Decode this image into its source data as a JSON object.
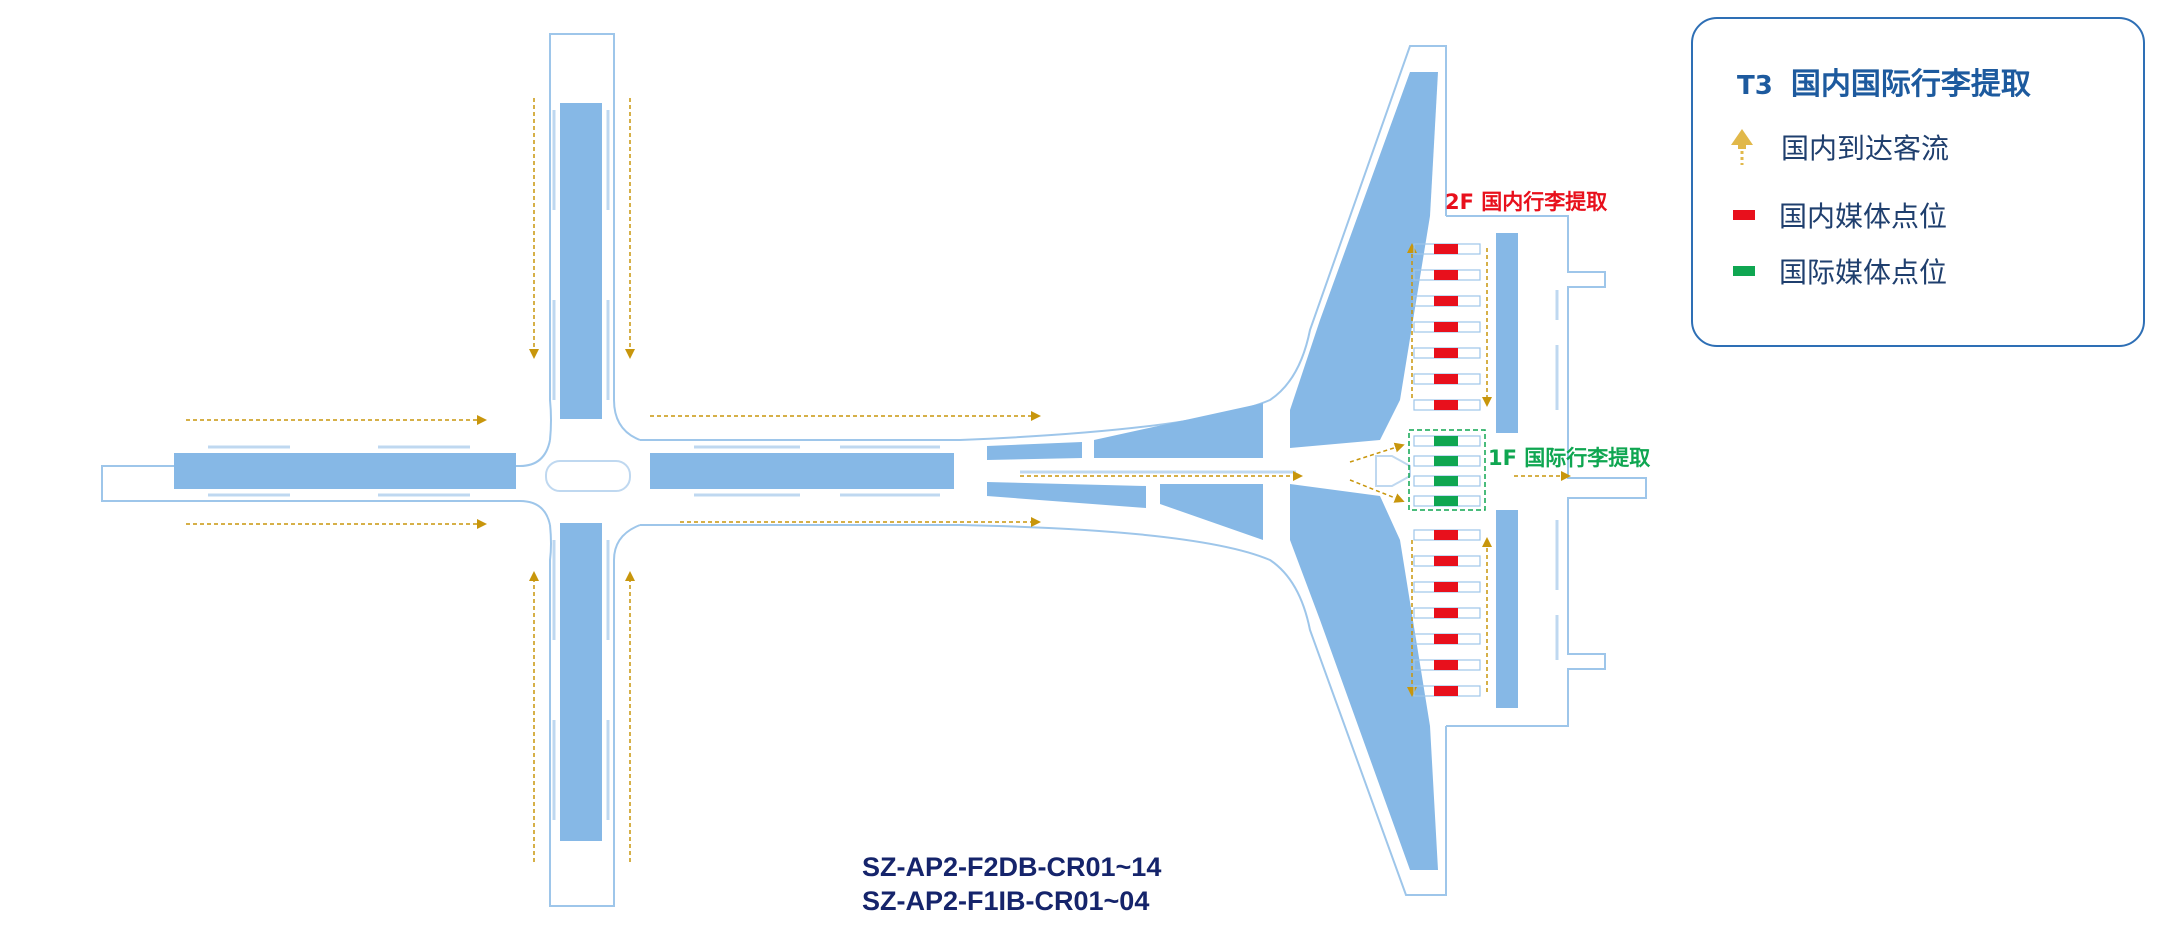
{
  "legend": {
    "terminal": "T3",
    "title": "国内国际行李提取",
    "items": [
      {
        "label": "国内到达客流",
        "icon": "arrival-flow-arrow-icon",
        "color": "#e1b84a"
      },
      {
        "label": "国内媒体点位",
        "icon": "domestic-media-swatch",
        "color": "#e8101c"
      },
      {
        "label": "国际媒体点位",
        "icon": "international-media-swatch",
        "color": "#0fa651"
      }
    ]
  },
  "map": {
    "domestic_label": "2F 国内行李提取",
    "international_label": "1F 国际行李提取",
    "domestic_color": "#e8101c",
    "international_color": "#0fa651",
    "building_fill": "#86b8e6",
    "outline_color": "#9ec6ea",
    "flow_color": "#c8960c",
    "domestic_points_upper": 7,
    "domestic_points_lower": 7,
    "international_points": 4
  },
  "codes": {
    "domestic": "SZ-AP2-F2DB-CR01~14",
    "international": "SZ-AP2-F1IB-CR01~04"
  }
}
